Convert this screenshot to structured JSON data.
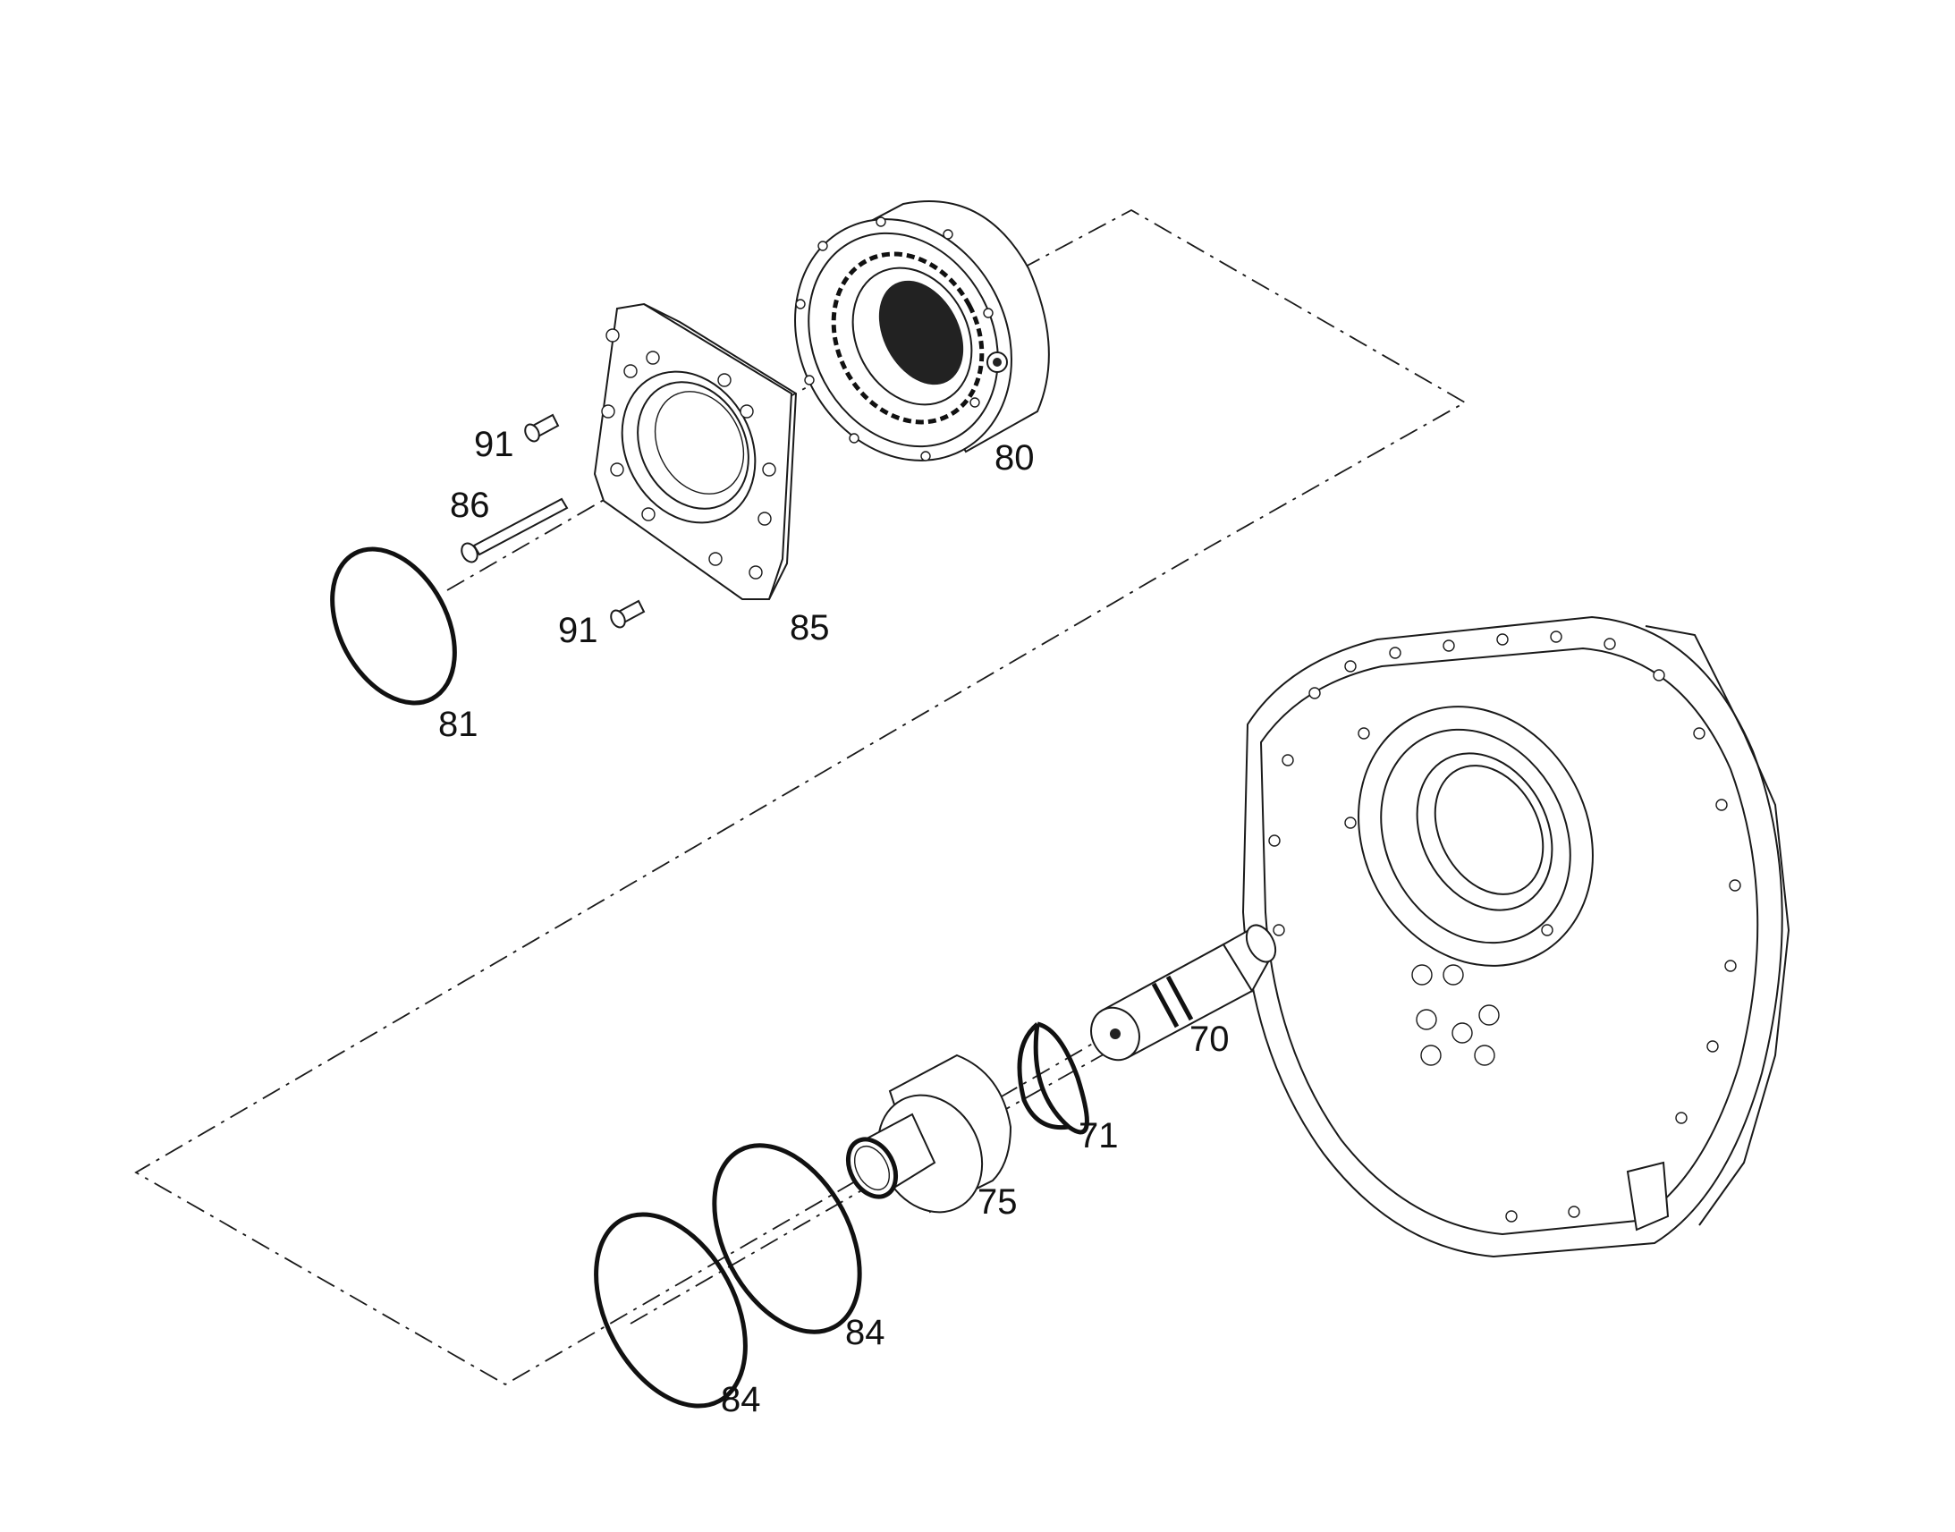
{
  "labels": {
    "p80": "80",
    "p91a": "91",
    "p86": "86",
    "p91b": "91",
    "p85": "85",
    "p81": "81",
    "p70": "70",
    "p71": "71",
    "p75": "75",
    "p84a": "84",
    "p84b": "84"
  },
  "colors": {
    "line": "#1a1a1a",
    "background": "#ffffff"
  }
}
